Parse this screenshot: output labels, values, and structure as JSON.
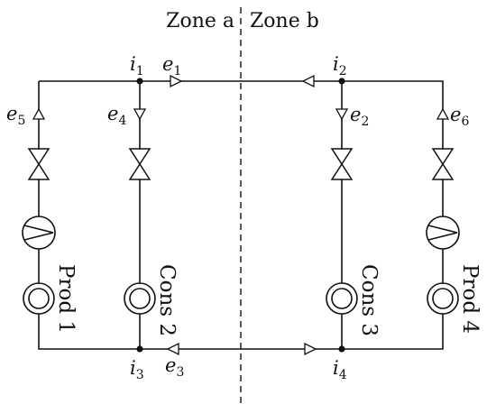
{
  "zones": {
    "left": "Zone a",
    "right": "Zone b"
  },
  "nodes": [
    {
      "id": "i1",
      "base": "i",
      "sub": "1"
    },
    {
      "id": "i2",
      "base": "i",
      "sub": "2"
    },
    {
      "id": "i3",
      "base": "i",
      "sub": "3"
    },
    {
      "id": "i4",
      "base": "i",
      "sub": "4"
    }
  ],
  "edges": [
    {
      "id": "e1",
      "base": "e",
      "sub": "1"
    },
    {
      "id": "e2",
      "base": "e",
      "sub": "2"
    },
    {
      "id": "e3",
      "base": "e",
      "sub": "3"
    },
    {
      "id": "e4",
      "base": "e",
      "sub": "4"
    },
    {
      "id": "e5",
      "base": "e",
      "sub": "5"
    },
    {
      "id": "e6",
      "base": "e",
      "sub": "6"
    }
  ],
  "units": [
    {
      "id": "prod1",
      "label": "Prod 1",
      "has_pump": true
    },
    {
      "id": "cons2",
      "label": "Cons 2",
      "has_pump": false
    },
    {
      "id": "cons3",
      "label": "Cons 3",
      "has_pump": false
    },
    {
      "id": "prod4",
      "label": "Prod 4",
      "has_pump": true
    }
  ]
}
